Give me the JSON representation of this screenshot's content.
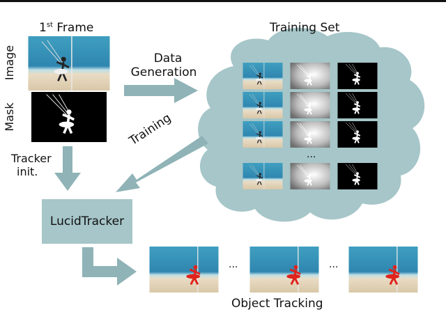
{
  "labels": {
    "first_frame_prefix": "1",
    "first_frame_sup": "st",
    "first_frame_suffix": " Frame",
    "image_label": "Image",
    "mask_label": "Mask",
    "training_set": "Training Set",
    "data_gen_line1": "Data",
    "data_gen_line2": "Generation",
    "training": "Training",
    "tracker_init_line1": "Tracker",
    "tracker_init_line2": "init.",
    "lucid_tracker": "LucidTracker",
    "object_tracking": "Object Tracking",
    "grid_ellipsis": "...",
    "seq_ellipsis_1": "...",
    "seq_ellipsis_2": "..."
  },
  "icons": {
    "first_frame_image": "kitesurfer-beach-photo",
    "first_frame_mask": "kitesurfer-mask",
    "training_samples": [
      "augmented-photo",
      "depth-map",
      "binary-mask"
    ],
    "tracking_outputs": "tracked-frame-with-red-mask"
  },
  "colors": {
    "arrow": "#8fb3b7",
    "cloud": "#a6c6c9",
    "box": "#a6c6c9",
    "mask_highlight": "#e0231c"
  }
}
